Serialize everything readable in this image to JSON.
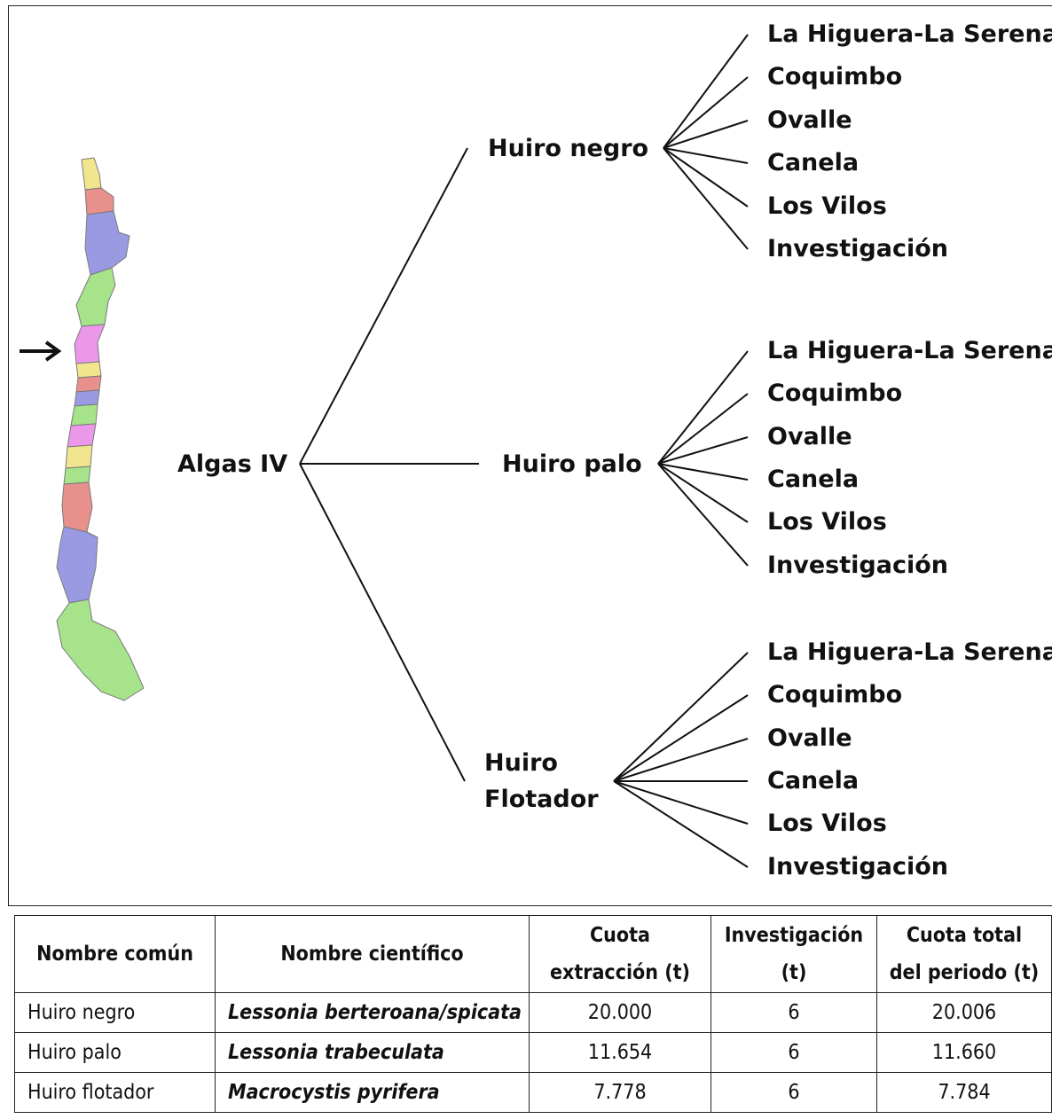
{
  "diagram": {
    "root": "Algas IV",
    "branches": [
      {
        "label": "Huiro negro",
        "leaves": [
          "La Higuera-La Serena",
          "Coquimbo",
          "Ovalle",
          "Canela",
          "Los Vilos",
          "Investigación"
        ]
      },
      {
        "label": "Huiro palo",
        "leaves": [
          "La Higuera-La Serena",
          "Coquimbo",
          "Ovalle",
          "Canela",
          "Los Vilos",
          "Investigación"
        ]
      },
      {
        "label_line1": "Huiro",
        "label_line2": "Flotador",
        "leaves": [
          "La Higuera-La Serena",
          "Coquimbo",
          "Ovalle",
          "Canela",
          "Los Vilos",
          "Investigación"
        ]
      }
    ],
    "map": {
      "region_colors": [
        "#f1e58d",
        "#e7908c",
        "#9a9ae2",
        "#a6e38b",
        "#eb98eb"
      ]
    }
  },
  "table": {
    "headers": {
      "common_name": "Nombre común",
      "scientific_name": "Nombre científico",
      "quota_line1": "Cuota",
      "quota_line2": "extracción (t)",
      "research_line1": "Investigación",
      "research_line2": "(t)",
      "total_line1": "Cuota total",
      "total_line2": "del periodo (t)"
    },
    "rows": [
      {
        "common": "Huiro negro",
        "scientific": "Lessonia berteroana/spicata",
        "quota": "20.000",
        "research": "6",
        "total": "20.006"
      },
      {
        "common": "Huiro palo",
        "scientific": "Lessonia trabeculata",
        "quota": "11.654",
        "research": "6",
        "total": "11.660"
      },
      {
        "common": "Huiro flotador",
        "scientific": "Macrocystis pyrifera",
        "quota": "7.778",
        "research": "6",
        "total": "7.784"
      }
    ]
  }
}
